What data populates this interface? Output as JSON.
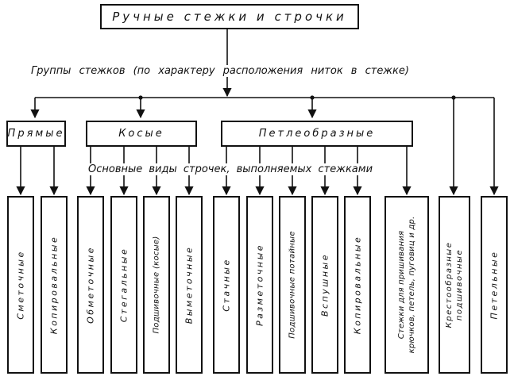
{
  "title": "Ручные стежки и строчки",
  "caption_groups": "Группы стежков (по характеру расположения ниток в стежке)",
  "caption_types": "Основные виды строчек, выполняемых стежками",
  "groups": {
    "straight": "Прямые",
    "oblique": "Косые",
    "loop": "Петлеобразные"
  },
  "stitches": [
    {
      "label": "Сметочные"
    },
    {
      "label": "Копировальные"
    },
    {
      "label": "Обметочные"
    },
    {
      "label": "Стегальные"
    },
    {
      "label": "Подшивочные (косые)"
    },
    {
      "label": "Выметочные"
    },
    {
      "label": "Стачные"
    },
    {
      "label": "Разметочные"
    },
    {
      "label": "Подшивочные потайные"
    },
    {
      "label": "Вспушные"
    },
    {
      "label": "Копировальные"
    },
    {
      "line1": "Стежки для пришивания",
      "line2": "крючков, петель, пуговиц и др."
    },
    {
      "line1": "Крестообразные",
      "line2": "подшивочные"
    },
    {
      "label": "Петельные"
    }
  ]
}
